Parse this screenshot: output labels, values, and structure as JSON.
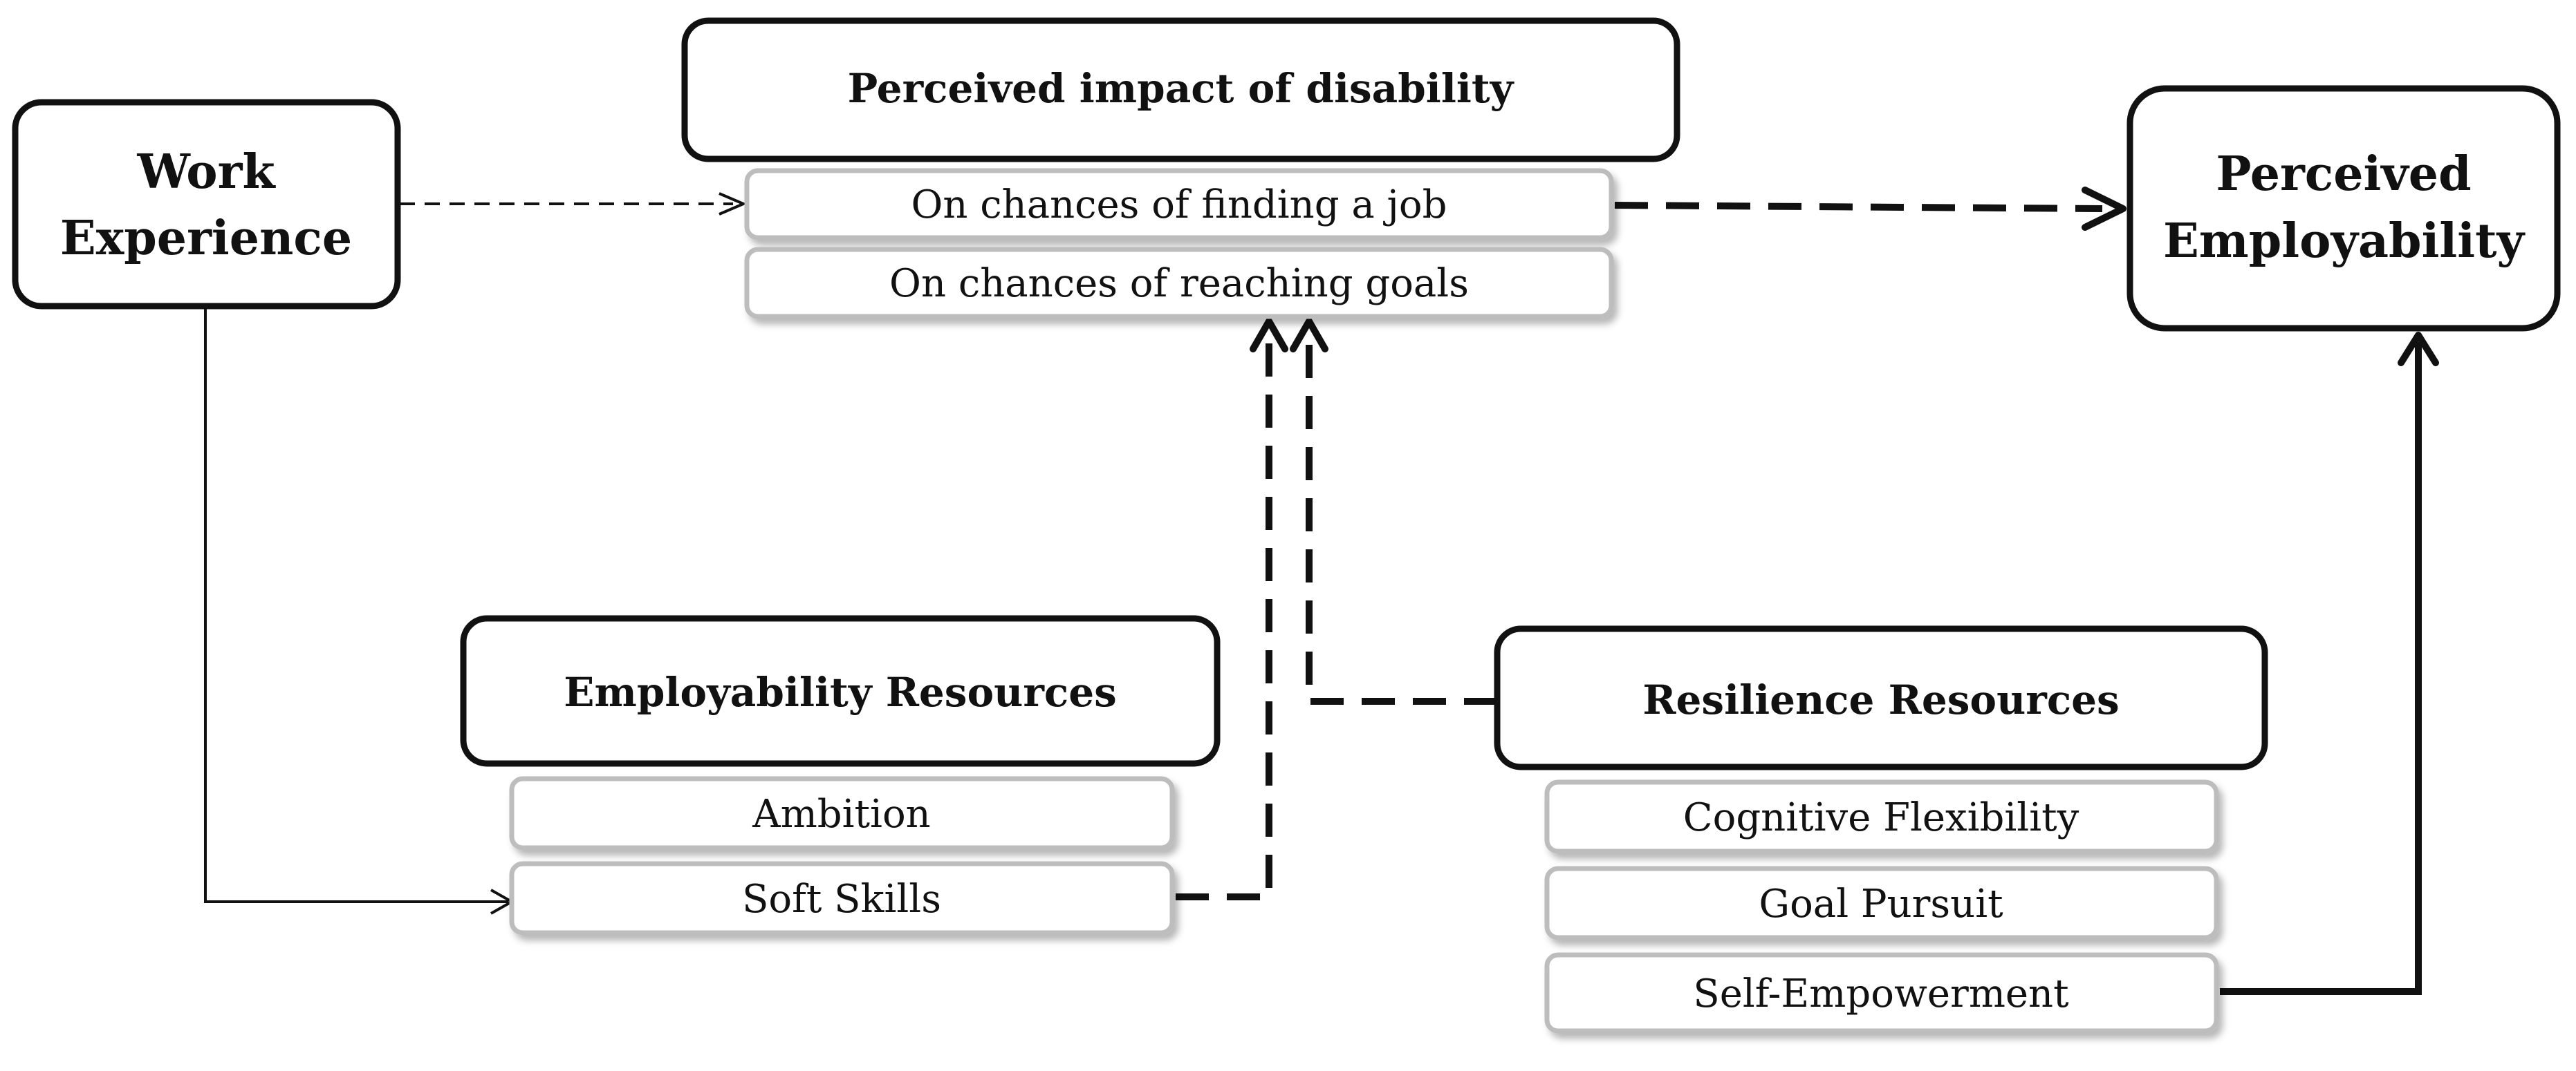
{
  "nodes": {
    "work_experience": {
      "line1": "Work",
      "line2": "Experience"
    },
    "perceived_employability": {
      "line1": "Perceived",
      "line2": "Employability"
    },
    "impact": {
      "title": "Perceived impact of disability",
      "items": [
        "On chances of finding a job",
        "On chances of reaching goals"
      ]
    },
    "employability_resources": {
      "title": "Employability Resources",
      "items": [
        "Ambition",
        "Soft Skills"
      ]
    },
    "resilience_resources": {
      "title": "Resilience Resources",
      "items": [
        "Cognitive Flexibility",
        "Goal Pursuit",
        "Self-Empowerment"
      ]
    }
  },
  "edges": [
    {
      "from": "Work Experience",
      "to": "On chances of finding a job",
      "style": "dashed-thin"
    },
    {
      "from": "On chances of finding a job",
      "to": "Perceived Employability",
      "style": "dashed-thick"
    },
    {
      "from": "Work Experience",
      "to": "Soft Skills",
      "style": "solid-thin"
    },
    {
      "from": "Soft Skills",
      "to": "On chances of reaching goals",
      "style": "dashed-thick"
    },
    {
      "from": "Resilience Resources",
      "to": "On chances of reaching goals",
      "style": "dashed-thick"
    },
    {
      "from": "Self-Empowerment",
      "to": "Perceived Employability",
      "style": "solid-thick"
    }
  ]
}
